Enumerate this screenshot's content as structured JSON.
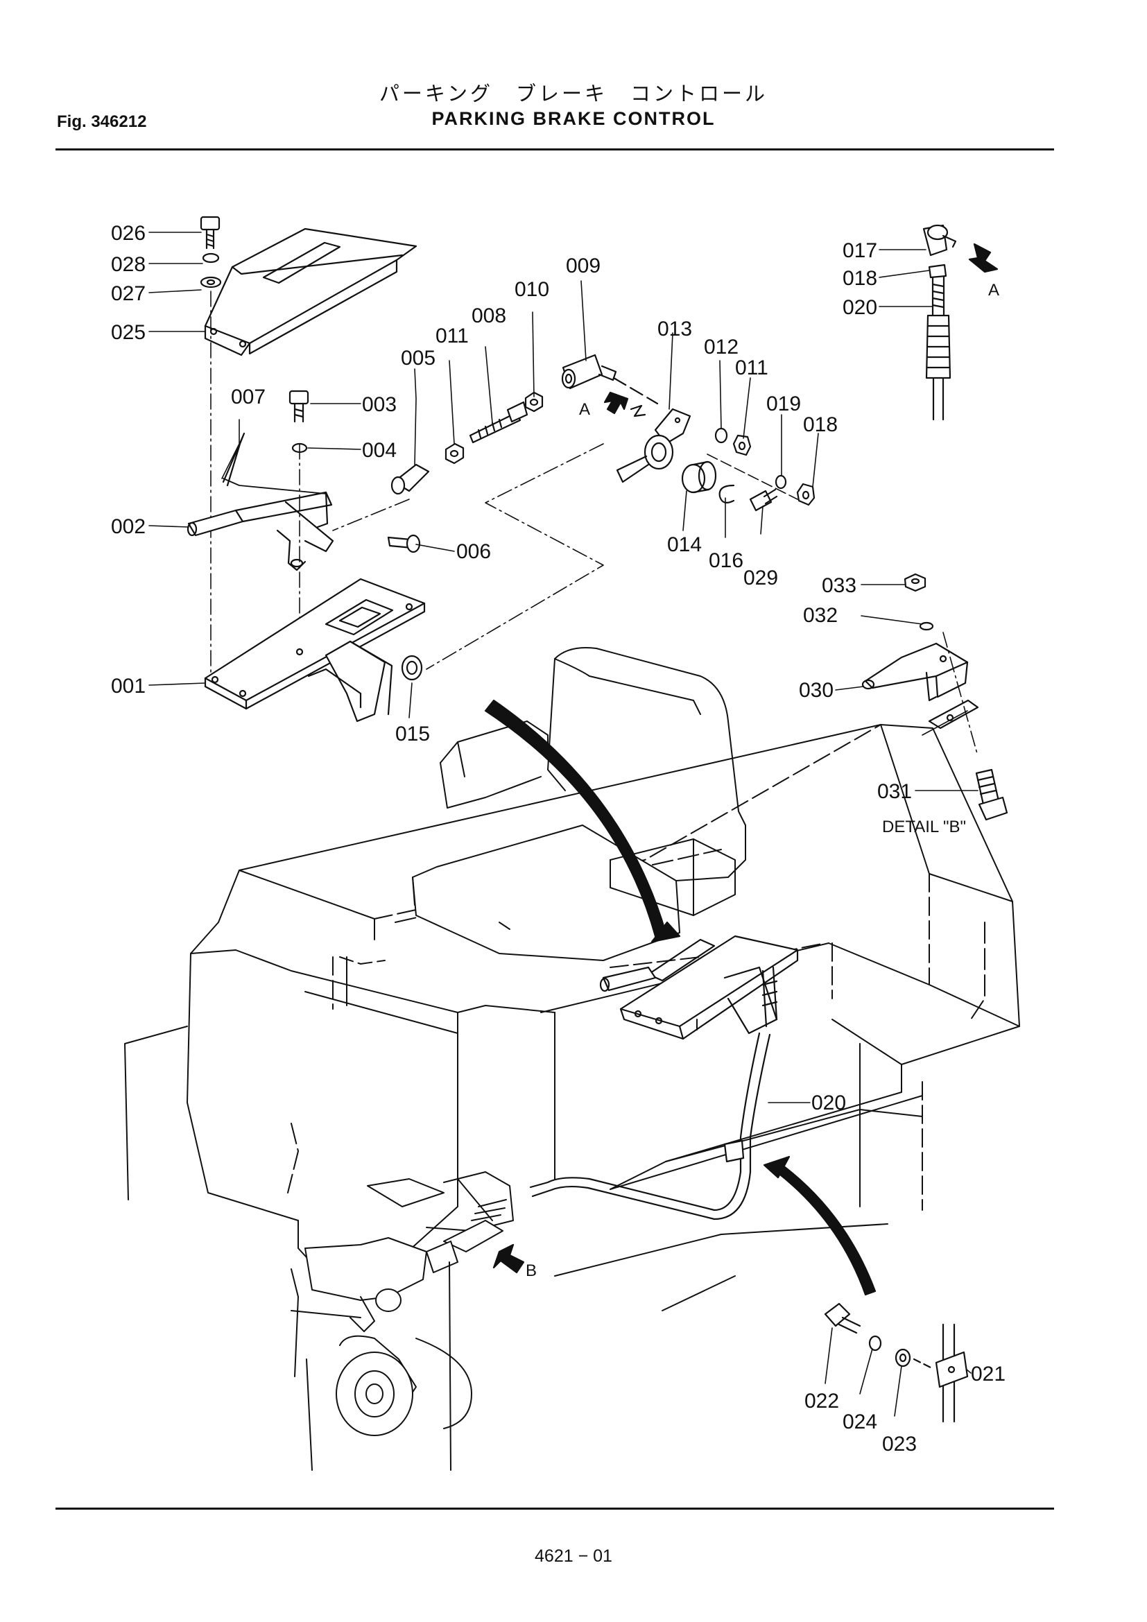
{
  "header": {
    "title_jp": "パーキング　ブレーキ　コントロール",
    "title_en": "PARKING BRAKE CONTROL",
    "fig_label": "Fig. 346212"
  },
  "footer": {
    "page_code": "4621 − 01"
  },
  "view_markers": {
    "a_top": "A",
    "a_mid": "A",
    "b": "B",
    "detail_b": "DETAIL \"B\""
  },
  "labels": {
    "p001": "001",
    "p002": "002",
    "p003": "003",
    "p004": "004",
    "p005": "005",
    "p006": "006",
    "p007": "007",
    "p008": "008",
    "p009": "009",
    "p010": "010",
    "p011a": "011",
    "p011b": "011",
    "p012": "012",
    "p013": "013",
    "p014": "014",
    "p015": "015",
    "p016": "016",
    "p017": "017",
    "p018a": "018",
    "p018b": "018",
    "p019": "019",
    "p020a": "020",
    "p020b": "020",
    "p021": "021",
    "p022": "022",
    "p023": "023",
    "p024": "024",
    "p025": "025",
    "p026": "026",
    "p027": "027",
    "p028": "028",
    "p029": "029",
    "p030": "030",
    "p031": "031",
    "p032": "032",
    "p033": "033"
  }
}
